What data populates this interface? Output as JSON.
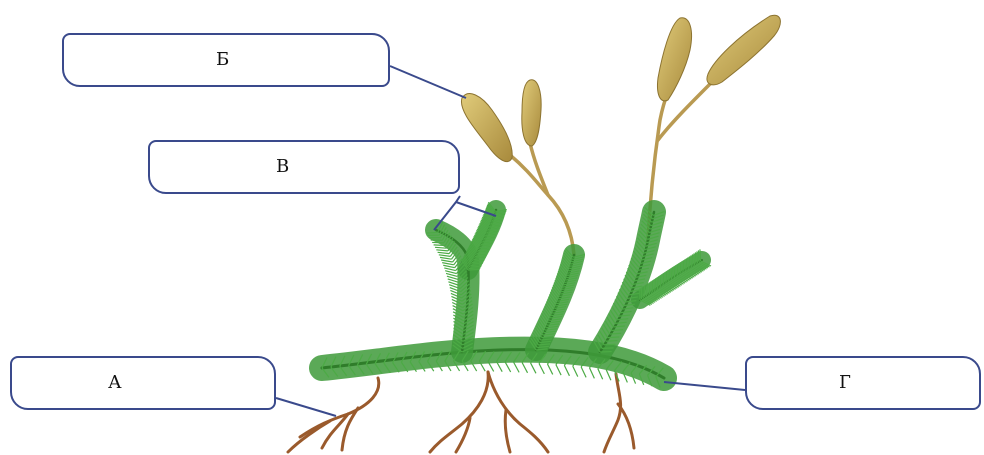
{
  "labels": {
    "b": "Б",
    "v": "В",
    "a": "А",
    "g": "Г"
  },
  "colors": {
    "box_border": "#3a4a8c",
    "leaf_green": "#3e9a3a",
    "stem_green": "#2f7d2a",
    "strobilus": "#c9b15a",
    "stalk": "#b99a52",
    "root": "#9a5a2c"
  }
}
